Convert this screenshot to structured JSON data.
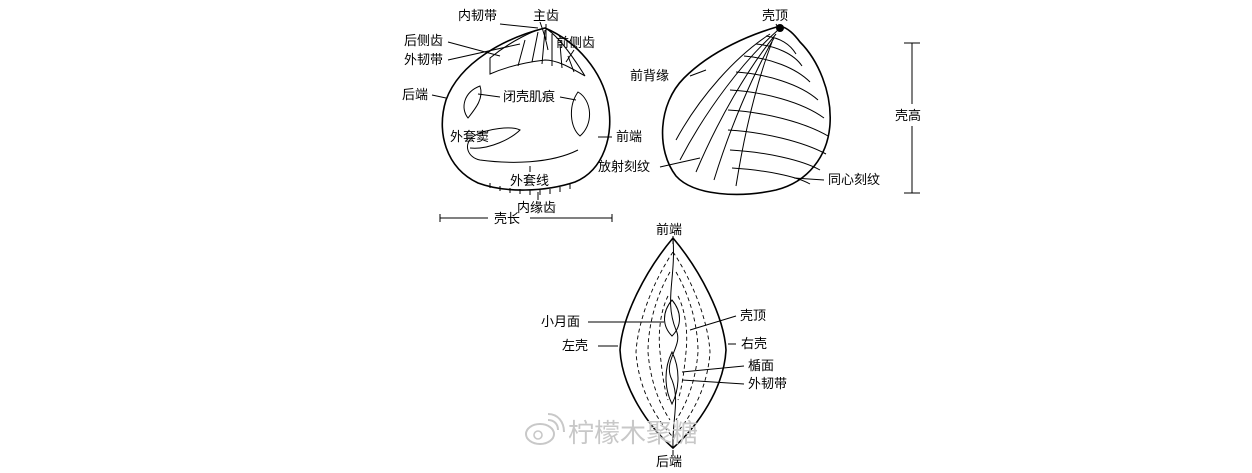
{
  "labels": {
    "inner_ligament": "内韧带",
    "cardinal_tooth": "主齿",
    "posterior_lateral_tooth": "后侧齿",
    "anterior_lateral_tooth": "前侧齿",
    "outer_ligament": "外韧带",
    "posterior_end": "后端",
    "adductor_scar": "闭壳肌痕",
    "pallial_sinus": "外套窦",
    "anterior_end": "前端",
    "pallial_line": "外套线",
    "inner_margin_teeth": "内缘齿",
    "shell_length": "壳长",
    "umbo": "壳顶",
    "anterior_dorsal_margin": "前背缘",
    "shell_height": "壳高",
    "radial_ribs": "放射刻纹",
    "concentric_ribs": "同心刻纹",
    "dorsal_anterior": "前端",
    "lunule": "小月面",
    "dorsal_umbo": "壳顶",
    "left_valve": "左壳",
    "right_valve": "右壳",
    "escutcheon": "楯面",
    "dorsal_outer_ligament": "外韧带",
    "dorsal_posterior": "后端"
  },
  "watermark": "柠檬木聚糖"
}
